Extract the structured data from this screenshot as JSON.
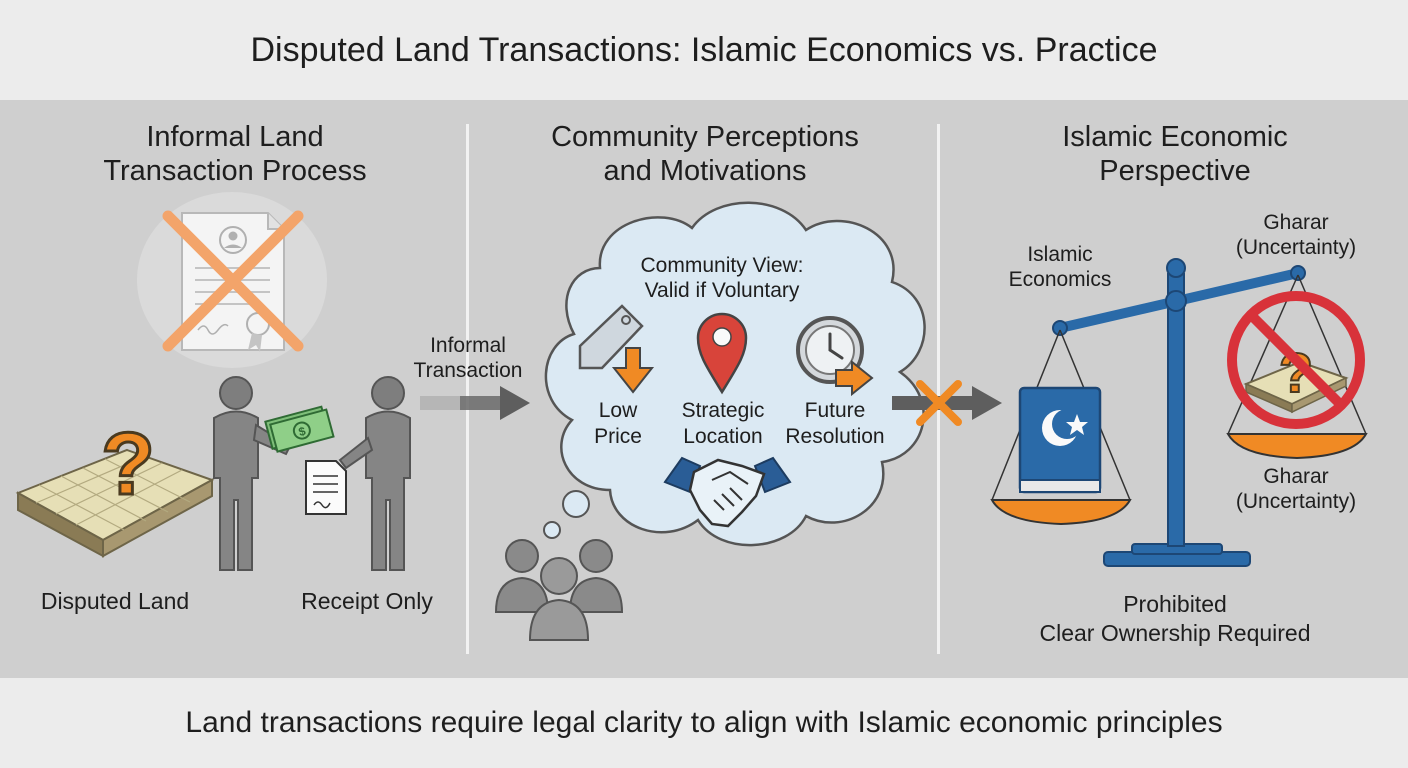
{
  "title": "Disputed Land Transactions: Islamic Economics vs. Practice",
  "footer": "Land transactions require legal clarity to align with Islamic economic principles",
  "panels": [
    {
      "title_line1": "Informal Land",
      "title_line2": "Transaction Process",
      "labels": {
        "disputed_land": "Disputed Land",
        "receipt_only": "Receipt Only"
      }
    },
    {
      "title_line1": "Community Perceptions",
      "title_line2": "and Motivations",
      "arrow_label_line1": "Informal",
      "arrow_label_line2": "Transaction",
      "cloud_heading_line1": "Community View:",
      "cloud_heading_line2": "Valid if Voluntary",
      "motivations": [
        {
          "line1": "Low",
          "line2": "Price",
          "icon": "price-tag-down-icon"
        },
        {
          "line1": "Strategic",
          "line2": "Location",
          "icon": "map-pin-icon"
        },
        {
          "line1": "Future",
          "line2": "Resolution",
          "icon": "clock-arrow-icon"
        }
      ]
    },
    {
      "title_line1": "Islamic Economic",
      "title_line2": "Perspective",
      "left_pan_label_line1": "Islamic",
      "left_pan_label_line2": "Economics",
      "right_top_label_line1": "Gharar",
      "right_top_label_line2": "(Uncertainty)",
      "right_bottom_label_line1": "Gharar",
      "right_bottom_label_line2": "(Uncertainty)",
      "verdict_line1": "Prohibited",
      "verdict_line2": "Clear Ownership Required"
    }
  ],
  "colors": {
    "orange": "#f08a24",
    "blue": "#2a6aa8",
    "red": "#d8323a",
    "gray_figure": "#808080",
    "cloud_fill": "#dbe9f3"
  }
}
